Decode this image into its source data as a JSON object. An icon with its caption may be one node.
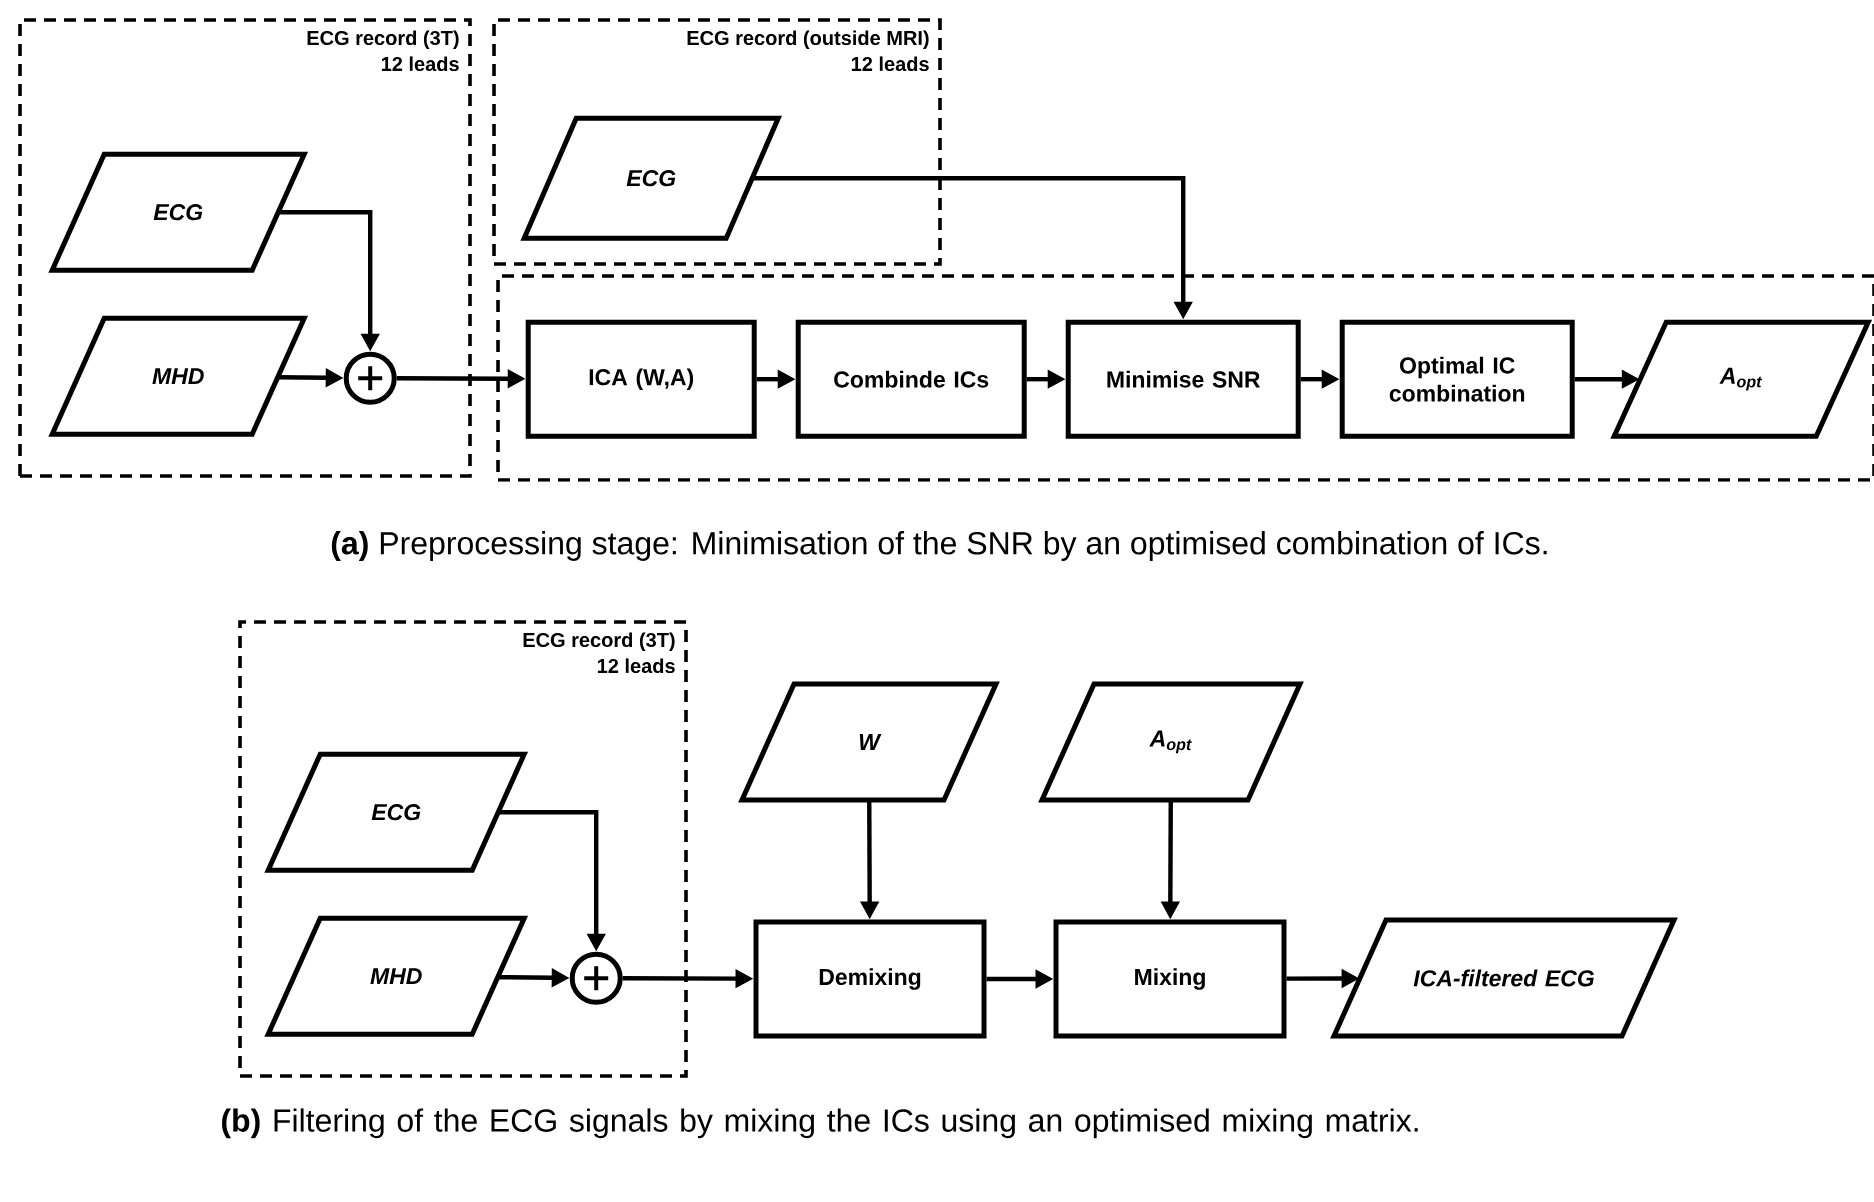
{
  "diagram": {
    "nodes": [
      {
        "text": [
          "ECG record (3T)",
          "12 leads"
        ]
      },
      {
        "text": [
          "ECG"
        ],
        "in": 0
      },
      {
        "text": [
          "MHD"
        ],
        "in": 0
      },
      {
        "text": [],
        "shape": "circle",
        "in": 0
      },
      {
        "text": [
          "ECG record (outside MRI)",
          "12 leads"
        ]
      },
      {
        "text": [
          "ECG"
        ],
        "in": 4
      },
      {
        "text": [],
        "shape": "box"
      },
      {
        "text": [
          "ICA (W,A)"
        ],
        "in": 6
      },
      {
        "text": [
          "Combinde ICs"
        ],
        "in": 6
      },
      {
        "text": [
          "Minimise SNR"
        ],
        "in": 6
      },
      {
        "text": [
          "Optimal IC combination"
        ],
        "in": 6
      },
      {
        "text": [
          "A$_{opt}$"
        ],
        "in": 6
      },
      {
        "text": [
          "ECG record (3T)",
          "12 leads"
        ]
      },
      {
        "text": [
          "ECG"
        ],
        "in": 12
      },
      {
        "text": [
          "MHD"
        ],
        "in": 12
      },
      {
        "text": [],
        "shape": "circle",
        "in": 12
      },
      {
        "text": [
          "W"
        ]
      },
      {
        "text": [
          "A$_{opt}$"
        ]
      },
      {
        "text": [
          "Demixing"
        ]
      },
      {
        "text": [
          "Mixing"
        ]
      },
      {
        "text": [
          "ICA-filtered ECG"
        ]
      }
    ],
    "edges": [
      {
        "from": 1,
        "to": 3,
        "arrow": "to"
      },
      {
        "from": 2,
        "to": 3,
        "arrow": "to"
      },
      {
        "from": 3,
        "to": 7,
        "arrow": "to"
      },
      {
        "from": 5,
        "to": 9,
        "arrow": "to"
      },
      {
        "from": 7,
        "to": 8,
        "arrow": "to"
      },
      {
        "from": 8,
        "to": 9,
        "arrow": "to"
      },
      {
        "from": 9,
        "to": 10,
        "arrow": "to"
      },
      {
        "from": 10,
        "to": 11,
        "arrow": "to"
      },
      {
        "from": 13,
        "to": 15,
        "arrow": "to"
      },
      {
        "from": 14,
        "to": 15,
        "arrow": "to"
      },
      {
        "from": 15,
        "to": 18,
        "arrow": "to"
      },
      {
        "from": 16,
        "to": 18,
        "arrow": "to"
      },
      {
        "from": 17,
        "to": 19,
        "arrow": "to"
      },
      {
        "from": 18,
        "to": 19,
        "arrow": "to"
      },
      {
        "from": 19,
        "to": 20,
        "arrow": "to"
      }
    ],
    "labels": [
      "**(a)** Preprocessing stage: Minimisation of the SNR by an optimised combination of ICs.",
      "**(b)** Filtering of the ECG signals by mixing the ICs using an optimised mixing matrix."
    ]
  }
}
